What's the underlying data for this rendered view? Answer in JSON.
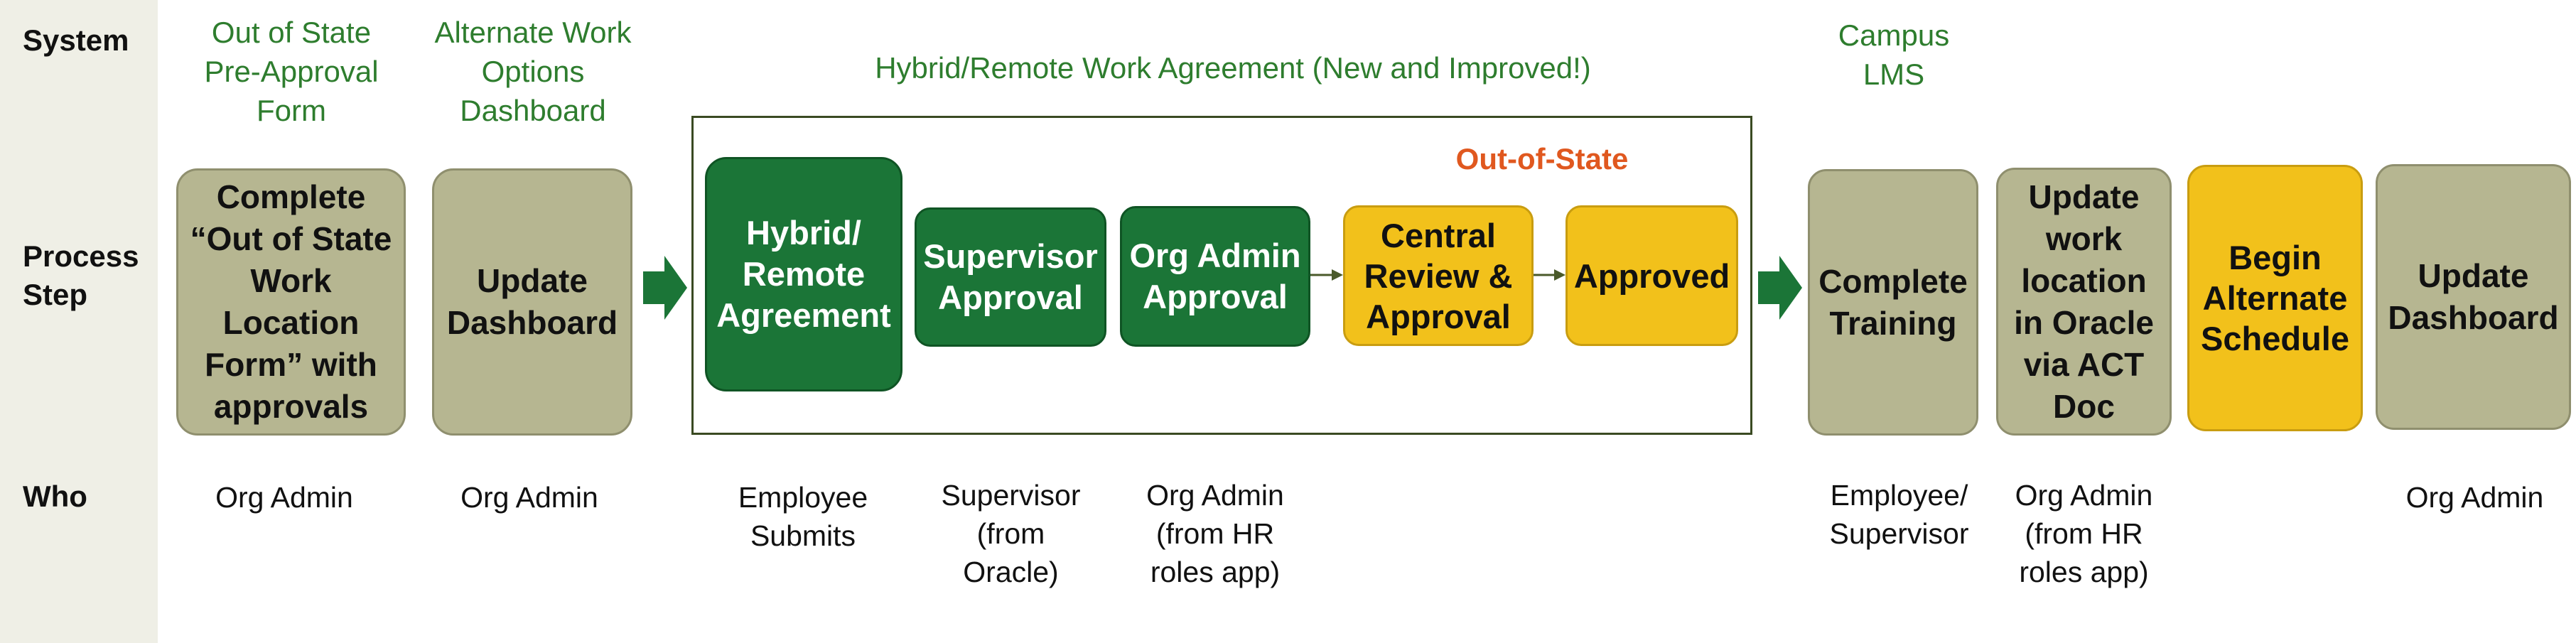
{
  "rows": {
    "system": "System",
    "process_step": "Process\nStep",
    "who": "Who"
  },
  "systems": {
    "out_of_state_form": "Out of State\nPre-Approval\nForm",
    "dashboard": "Alternate Work\nOptions\nDashboard",
    "agreement": "Hybrid/Remote Work Agreement (New and Improved!)",
    "lms": "Campus\nLMS"
  },
  "out_of_state_label": "Out-of-State",
  "steps": {
    "complete_form": "Complete\n“Out of State\nWork\nLocation\nForm” with\napprovals",
    "update_dashboard_1": "Update\nDashboard",
    "agreement": "Hybrid/\nRemote\nAgreement",
    "supervisor_approval": "Supervisor\nApproval",
    "org_admin_approval": "Org Admin\nApproval",
    "central_review": "Central\nReview &\nApproval",
    "approved": "Approved",
    "complete_training": "Complete\nTraining",
    "update_location": "Update\nwork\nlocation\nin Oracle\nvia ACT\nDoc",
    "begin_schedule": "Begin\nAlternate\nSchedule",
    "update_dashboard_2": "Update\nDashboard"
  },
  "who": {
    "complete_form": "Org Admin",
    "update_dashboard_1": "Org Admin",
    "agreement": "Employee\nSubmits",
    "supervisor_approval": "Supervisor\n(from\nOracle)",
    "org_admin_approval": "Org Admin\n(from HR\nroles app)",
    "complete_training": "Employee/\nSupervisor",
    "update_location": "Org Admin\n(from HR\nroles app)",
    "update_dashboard_2": "Org Admin"
  },
  "colors": {
    "tan": "#b6b691",
    "green": "#1b7537",
    "yellow": "#f2c11b",
    "system_text": "#2e7d2e",
    "out_of_state_text": "#e0581f"
  }
}
